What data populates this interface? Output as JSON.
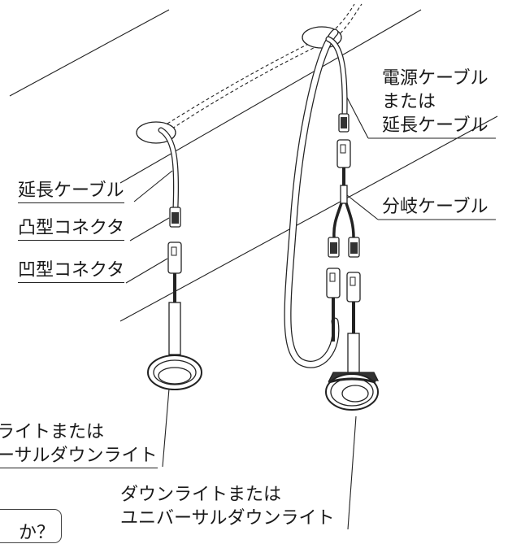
{
  "labels": {
    "power_cable_line1": "電源ケーブル",
    "power_cable_line2": "または",
    "power_cable_line3": "延長ケーブル",
    "branch_cable": "分岐ケーブル",
    "extension_cable": "延長ケーブル",
    "male_connector": "凸型コネクタ",
    "female_connector": "凹型コネクタ",
    "left_light_line1": "ライトまたは",
    "left_light_line2": "ーサルダウンライト",
    "right_light_line1": "ダウンライトまたは",
    "right_light_line2": "ユニバーサルダウンライト",
    "box_text": "か？"
  }
}
